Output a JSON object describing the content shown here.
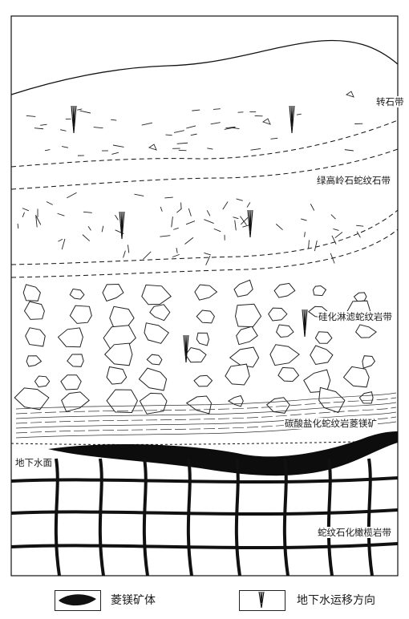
{
  "zones": {
    "talc": "转石带",
    "kaolinite_serpentine": "绿高岭石蛇纹石带",
    "silicified_leached": "硅化淋滤蛇纹岩带",
    "carbonate_magnesite": "碳酸盐化蛇纹岩菱镁矿",
    "water_table": "地下水面",
    "serpentinized_peridotite": "蛇纹石化橄榄岩带"
  },
  "legend": {
    "ore_body": "菱镁矿体",
    "flow_direction": "地下水运移方向"
  },
  "colors": {
    "ink": "#111111",
    "paper": "#ffffff"
  },
  "icons": {
    "ore": "lens-shape",
    "flow": "double-arrow-down"
  }
}
